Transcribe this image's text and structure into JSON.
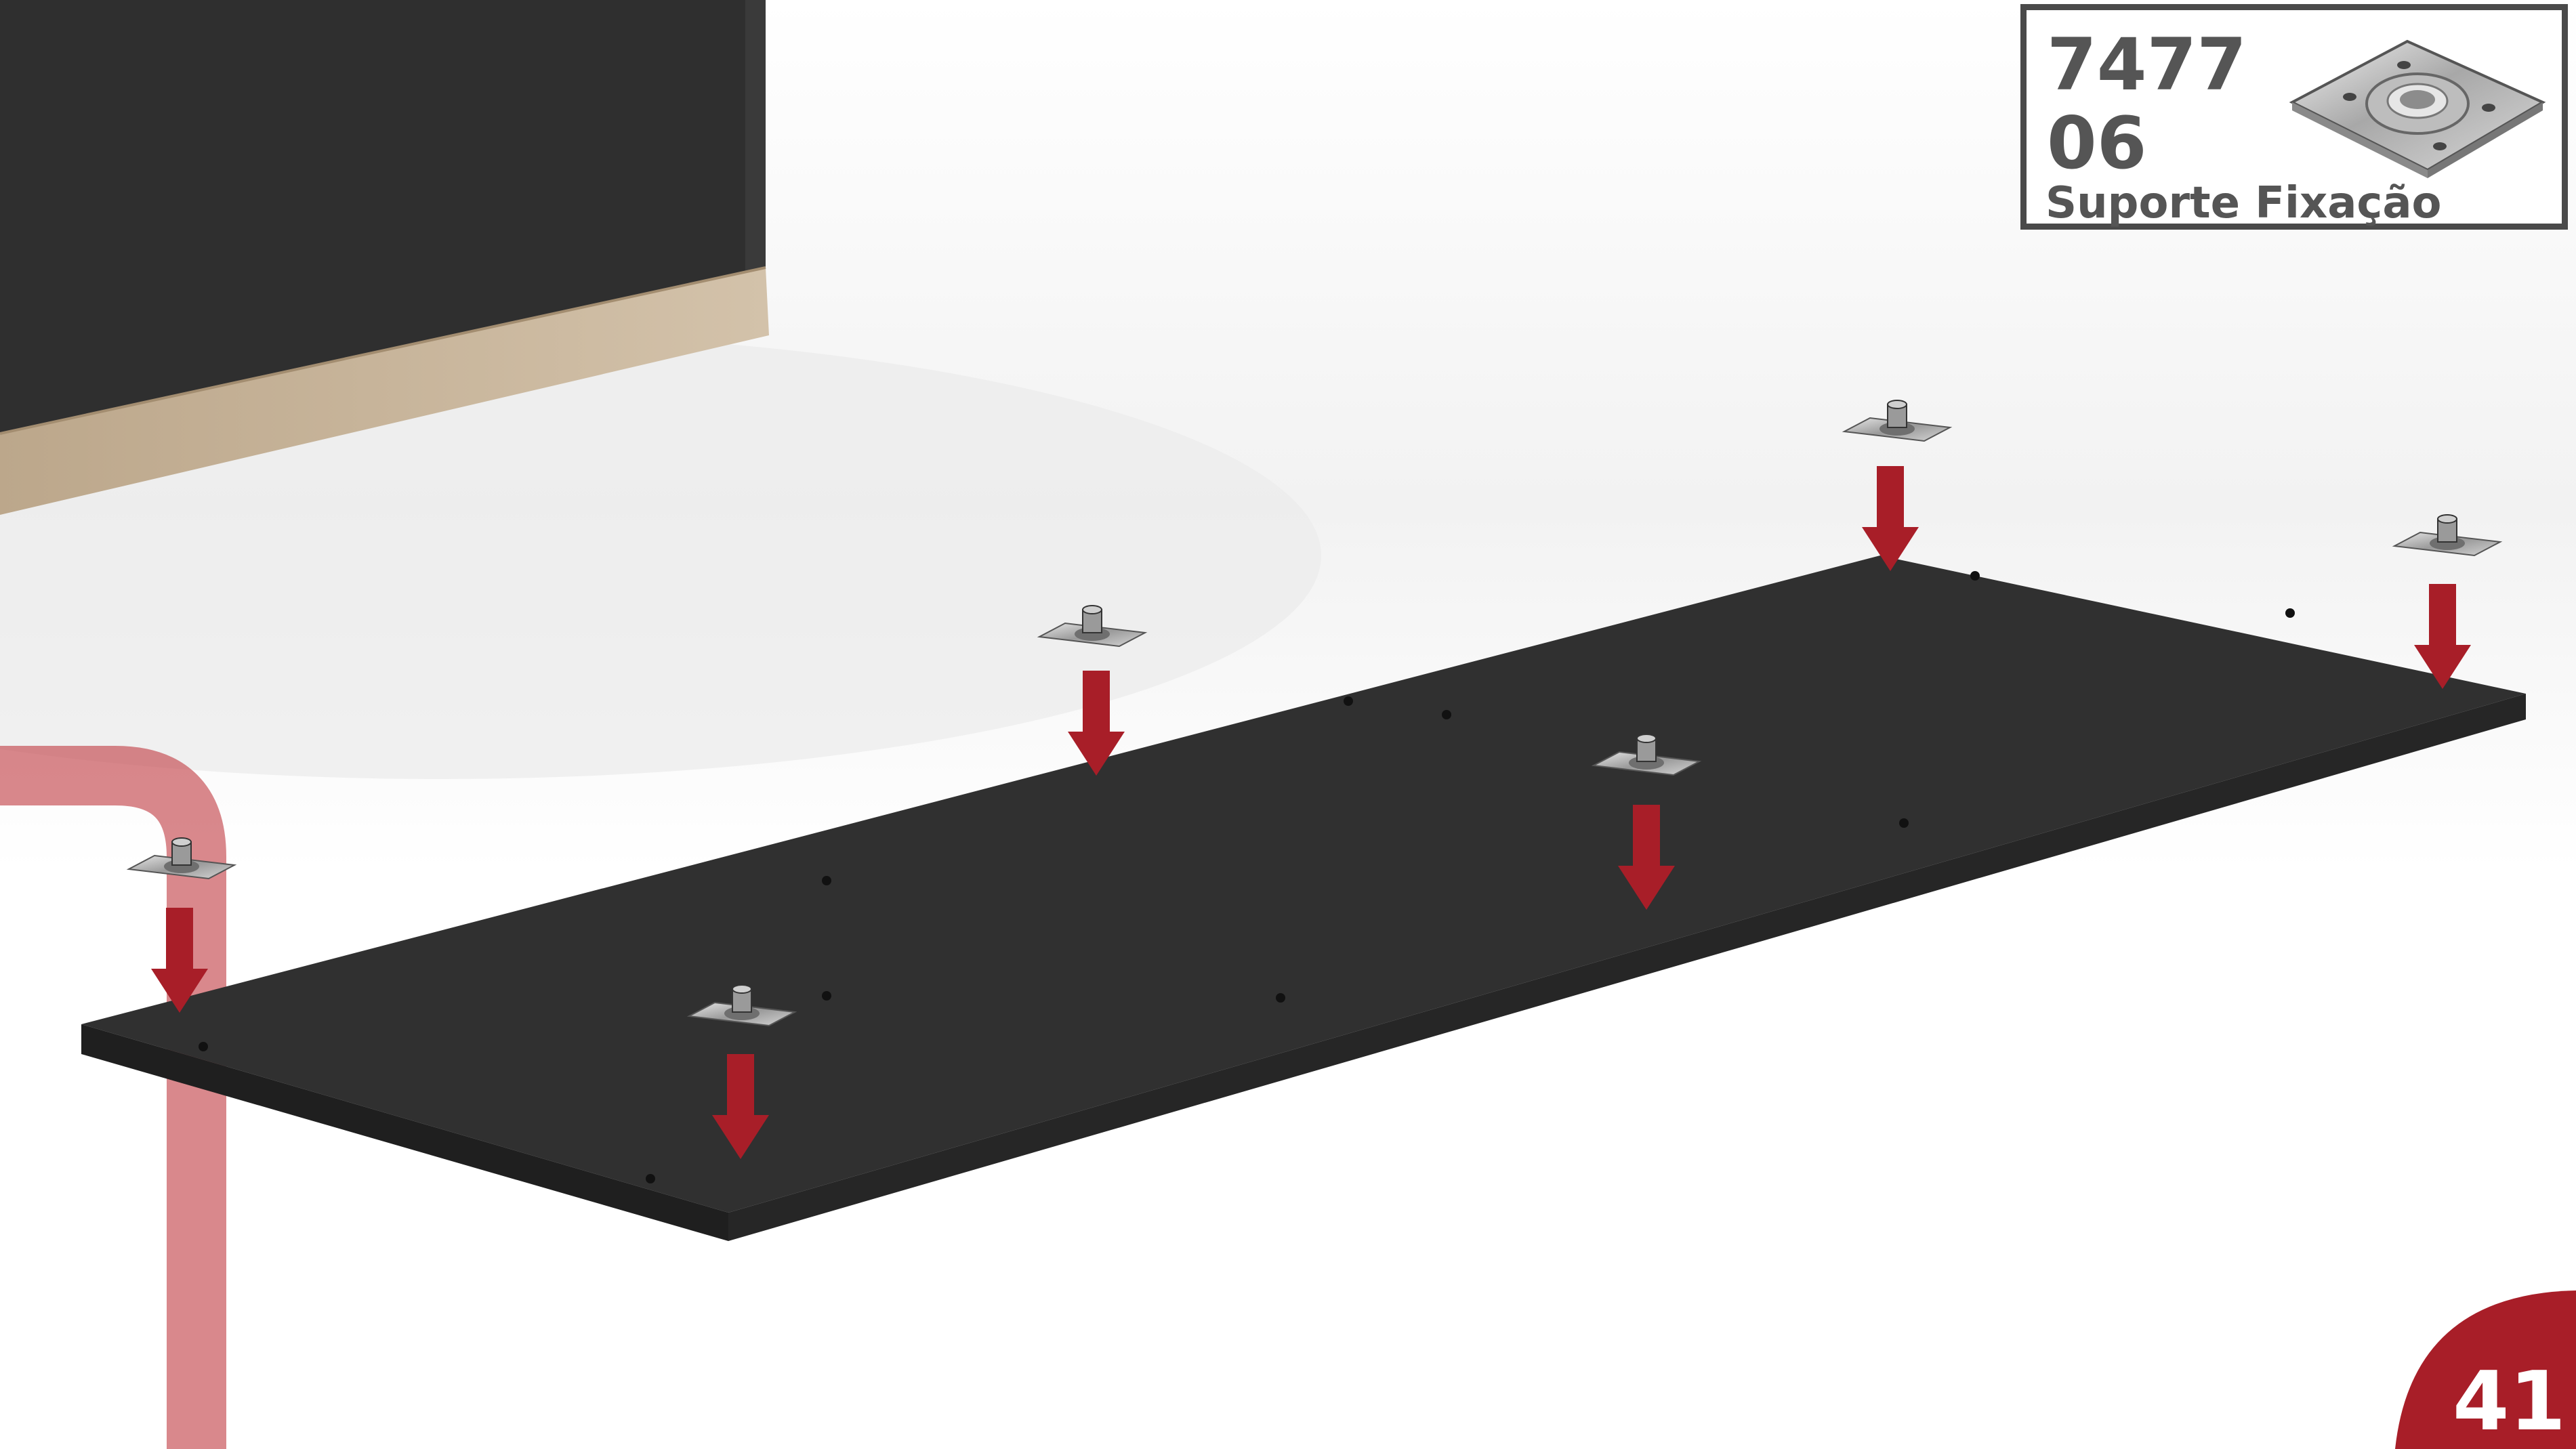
{
  "part": {
    "code": "7477",
    "quantity": "06",
    "name": "Suporte Fixação"
  },
  "page": {
    "number": "41"
  },
  "colors": {
    "arrow": "#a81e28",
    "panel": "#333333",
    "highlight_band": "#d8858c",
    "page_badge": "#a81e28",
    "frame": "#4a4a4a",
    "wood_edge": "#c9b59a"
  },
  "icons": {
    "fixing_bracket": "bracket-icon",
    "down_arrow": "arrow-down-icon"
  }
}
